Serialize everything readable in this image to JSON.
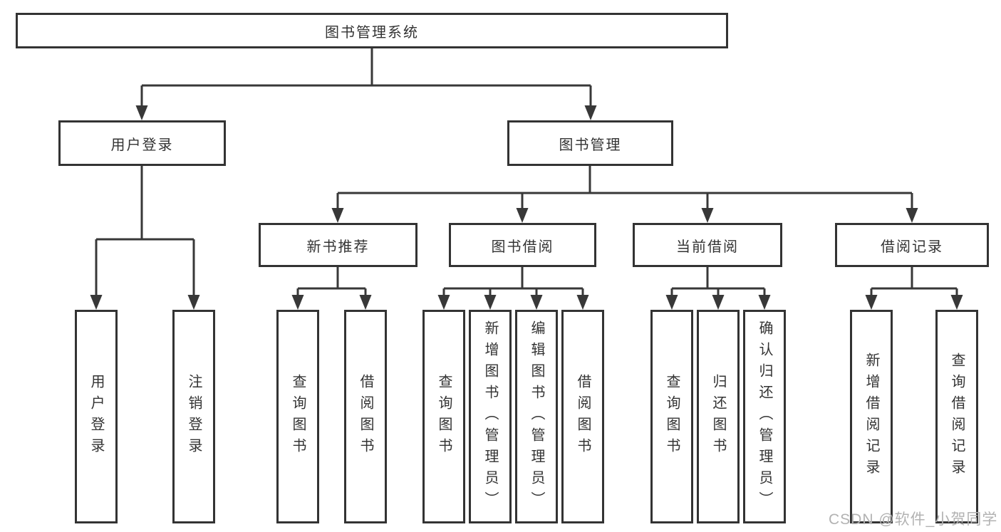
{
  "diagram": {
    "type": "hierarchy-flowchart",
    "colors": {
      "line": "#383838",
      "box_border": "#333333",
      "text": "#333333",
      "background": "#ffffff",
      "watermark": "#b2b2b2"
    },
    "tree": {
      "root": {
        "label": "图书管理系统",
        "children": [
          {
            "label": "用户登录",
            "children": [
              {
                "label": "用户登录"
              },
              {
                "label": "注销登录"
              }
            ]
          },
          {
            "label": "图书管理",
            "children": [
              {
                "label": "新书推荐",
                "children": [
                  {
                    "label": "查询图书"
                  },
                  {
                    "label": "借阅图书"
                  }
                ]
              },
              {
                "label": "图书借阅",
                "children": [
                  {
                    "label": "查询图书"
                  },
                  {
                    "label": "新增图书（管理员）"
                  },
                  {
                    "label": "编辑图书（管理员）"
                  },
                  {
                    "label": "借阅图书"
                  }
                ]
              },
              {
                "label": "当前借阅",
                "children": [
                  {
                    "label": "查询图书"
                  },
                  {
                    "label": "归还图书"
                  },
                  {
                    "label": "确认归还（管理员）"
                  }
                ]
              },
              {
                "label": "借阅记录",
                "children": [
                  {
                    "label": "新增借阅记录"
                  },
                  {
                    "label": "查询借阅记录"
                  }
                ]
              }
            ]
          }
        ]
      }
    }
  },
  "watermark": {
    "text": "CSDN @软件_小贺同学"
  }
}
